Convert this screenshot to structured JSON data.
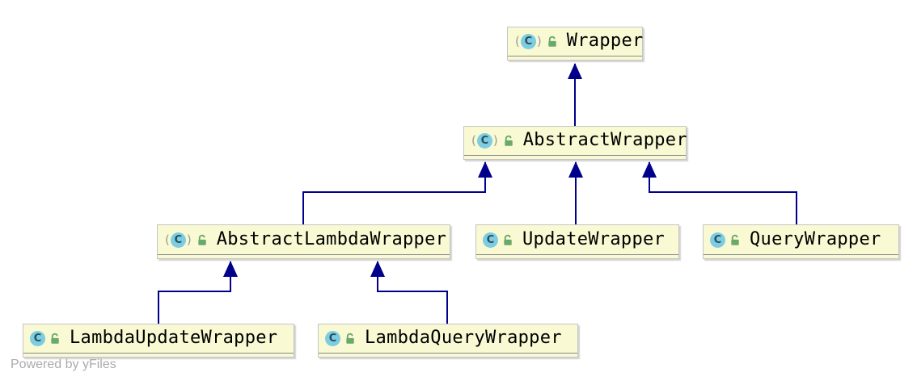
{
  "diagram": {
    "attribution": "Powered by yFiles",
    "nodes": [
      {
        "id": "wrapper",
        "label": "Wrapper",
        "kind": "abstract class",
        "visibility": "public"
      },
      {
        "id": "abstract-wrapper",
        "label": "AbstractWrapper",
        "kind": "abstract class",
        "visibility": "public"
      },
      {
        "id": "abstract-lambda-wrapper",
        "label": "AbstractLambdaWrapper",
        "kind": "abstract class",
        "visibility": "public"
      },
      {
        "id": "update-wrapper",
        "label": "UpdateWrapper",
        "kind": "class",
        "visibility": "public"
      },
      {
        "id": "query-wrapper",
        "label": "QueryWrapper",
        "kind": "class",
        "visibility": "public"
      },
      {
        "id": "lambda-update-wrapper",
        "label": "LambdaUpdateWrapper",
        "kind": "class",
        "visibility": "public"
      },
      {
        "id": "lambda-query-wrapper",
        "label": "LambdaQueryWrapper",
        "kind": "class",
        "visibility": "public"
      }
    ],
    "edges": [
      {
        "from": "AbstractWrapper",
        "to": "Wrapper",
        "type": "extends"
      },
      {
        "from": "AbstractLambdaWrapper",
        "to": "AbstractWrapper",
        "type": "extends"
      },
      {
        "from": "UpdateWrapper",
        "to": "AbstractWrapper",
        "type": "extends"
      },
      {
        "from": "QueryWrapper",
        "to": "AbstractWrapper",
        "type": "extends"
      },
      {
        "from": "LambdaUpdateWrapper",
        "to": "AbstractLambdaWrapper",
        "type": "extends"
      },
      {
        "from": "LambdaQueryWrapper",
        "to": "AbstractLambdaWrapper",
        "type": "extends"
      }
    ],
    "icon_glyph": "C",
    "colors": {
      "node_fill": "#F9F9D4",
      "node_border": "#C5C5C5",
      "separator": "#8A8A8A",
      "edge": "#00008B",
      "class_icon_bg": "#7CCDE2",
      "class_icon_letter": "#2B4D59",
      "paren": "#9B9B9B",
      "lock": "#69A969",
      "attribution": "#ABABAB"
    }
  }
}
